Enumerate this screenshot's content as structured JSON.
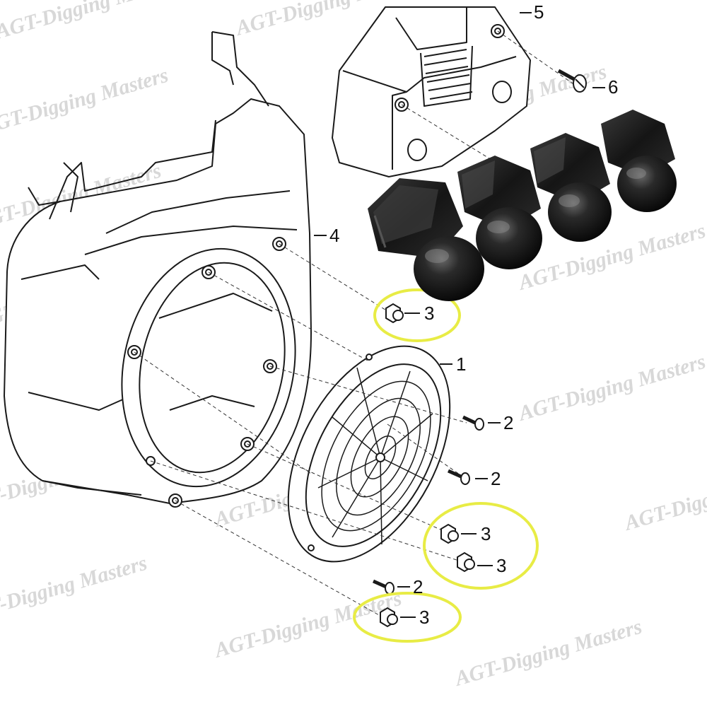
{
  "watermark": {
    "text": "AGT-Digging Masters"
  },
  "callouts": {
    "grille": "1",
    "bolt_a": "2",
    "bolt_b": "2",
    "bolt_c": "2",
    "nut_top": "3",
    "nut_mid_a": "3",
    "nut_mid_b": "3",
    "nut_bottom": "3",
    "shroud": "4",
    "cover": "5",
    "screw": "6"
  },
  "colors": {
    "line": "#1a1a1a",
    "highlight": "#e8ec45",
    "watermark": "#d8d8d8",
    "photo_nut": "#161616"
  },
  "photo": {
    "subject": "four black acorn cap nuts"
  }
}
